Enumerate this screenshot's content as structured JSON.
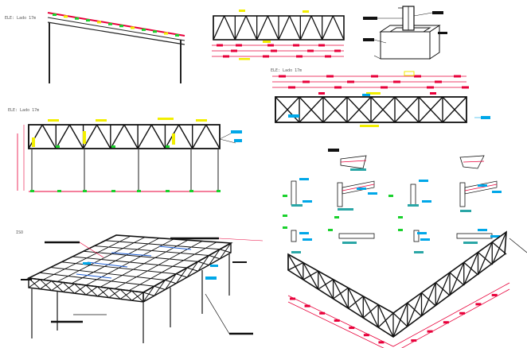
{
  "sheet": {
    "views": [
      {
        "id": "side-elevation-left",
        "caption": "ELE: Lado 17m"
      },
      {
        "id": "front-elevation-truss",
        "caption": "ELE: Lado 17m"
      },
      {
        "id": "side-elevation-right",
        "caption": "ELE: Lado 17m"
      },
      {
        "id": "isometric-view",
        "caption": "ISO"
      }
    ]
  },
  "colors": {
    "structure": "#1a1a1a",
    "dimension_red": "#e8003a",
    "annotation_yellow": "#f2ee00",
    "node_green": "#19d12c",
    "callout_cyan": "#00a7e8",
    "teal": "#2aa6a6",
    "blue_accent": "#1f5fd6",
    "background": "#ffffff"
  }
}
